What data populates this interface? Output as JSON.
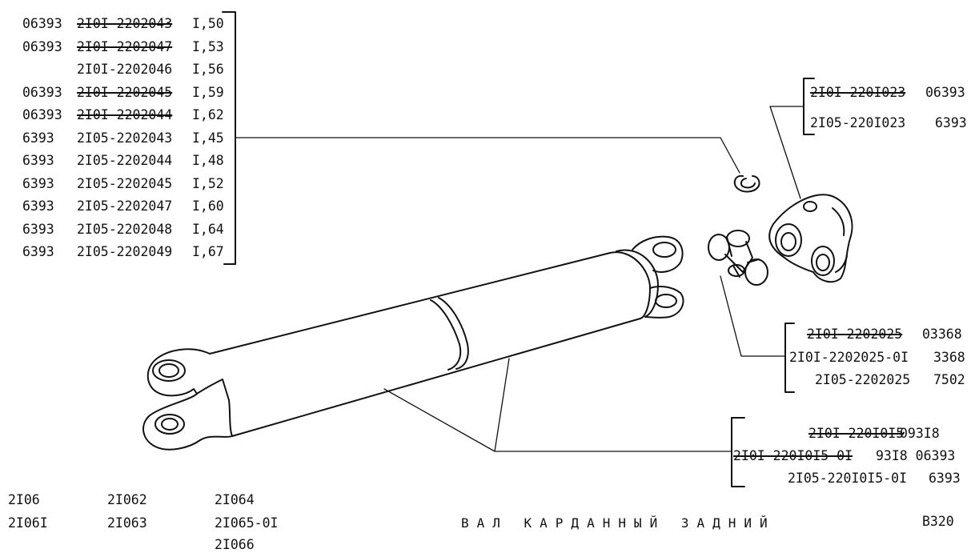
{
  "left_table": {
    "rows": [
      {
        "code": "06393",
        "part": "2I0I-2202043",
        "length": "I,50",
        "struck": true
      },
      {
        "code": "06393",
        "part": "2I0I-2202047",
        "length": "I,53",
        "struck": true
      },
      {
        "code": "",
        "part": "2I0I-2202046",
        "length": "I,56",
        "struck": false
      },
      {
        "code": "06393",
        "part": "2I0I-2202045",
        "length": "I,59",
        "struck": true
      },
      {
        "code": "06393",
        "part": "2I0I-2202044",
        "length": "I,62",
        "struck": true
      },
      {
        "code": "6393",
        "part": "2I05-2202043",
        "length": "I,45",
        "struck": false
      },
      {
        "code": "6393",
        "part": "2I05-2202044",
        "length": "I,48",
        "struck": false
      },
      {
        "code": "6393",
        "part": "2I05-2202045",
        "length": "I,52",
        "struck": false
      },
      {
        "code": "6393",
        "part": "2I05-2202047",
        "length": "I,60",
        "struck": false
      },
      {
        "code": "6393",
        "part": "2I05-2202048",
        "length": "I,64",
        "struck": false
      },
      {
        "code": "6393",
        "part": "2I05-2202049",
        "length": "I,67",
        "struck": false
      }
    ]
  },
  "flange_callout": {
    "rows": [
      {
        "part": "2I0I-220I023",
        "code": "06393",
        "struck": true
      },
      {
        "part": "2I05-220I023",
        "code": "6393",
        "struck": false
      }
    ]
  },
  "cross_callout": {
    "rows": [
      {
        "part": "2I0I-2202025",
        "code": "03368",
        "struck": true
      },
      {
        "part": "2I0I-2202025-0I",
        "code": "3368",
        "struck": false
      },
      {
        "part": "2I05-2202025",
        "code": "7502",
        "struck": false
      }
    ]
  },
  "shaft_callout": {
    "rows": [
      {
        "part": "2I0I-220I0I5",
        "code": "093I8",
        "struck": true
      },
      {
        "part": "2I0I-220I0I5-0I",
        "code": "93I8 06393",
        "struck": true
      },
      {
        "part": "2I05-220I0I5-0I",
        "code": "6393",
        "struck": false
      }
    ]
  },
  "models": {
    "col1": [
      "2I06",
      "2I06I"
    ],
    "col2": [
      "2I062",
      "2I063"
    ],
    "col3": [
      "2I064",
      "2I065-0I",
      "2I066"
    ]
  },
  "title": "ВАЛ КАРДАННЫЙ ЗАДНИЙ",
  "sheet_code": "B320"
}
